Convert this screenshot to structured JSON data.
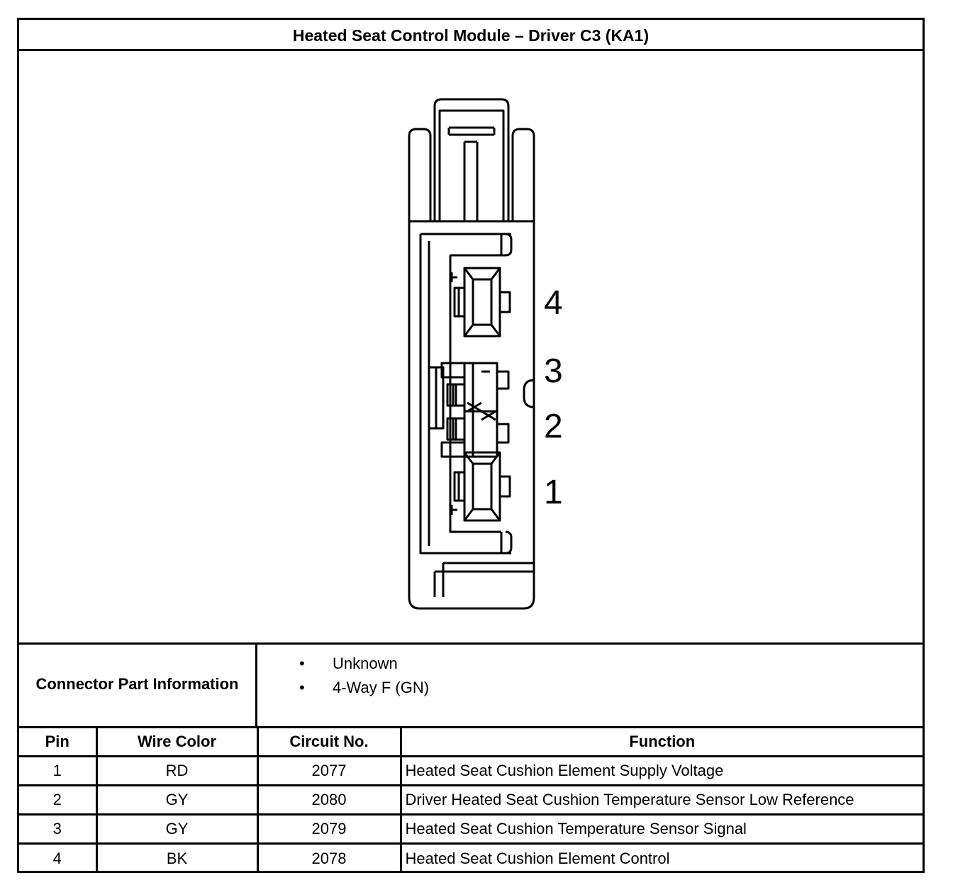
{
  "title": "Heated Seat Control Module – Driver C3 (KA1)",
  "connector_drawing": {
    "pin_labels": [
      "4",
      "3",
      "2",
      "1"
    ]
  },
  "part_info": {
    "label": "Connector Part Information",
    "items": [
      "Unknown",
      "4-Way F (GN)"
    ]
  },
  "pin_table": {
    "headers": [
      "Pin",
      "Wire Color",
      "Circuit No.",
      "Function"
    ],
    "rows": [
      {
        "pin": "1",
        "wire_color": "RD",
        "circuit": "2077",
        "function": "Heated Seat Cushion Element Supply Voltage"
      },
      {
        "pin": "2",
        "wire_color": "GY",
        "circuit": "2080",
        "function": "Driver Heated Seat Cushion Temperature Sensor Low Reference"
      },
      {
        "pin": "3",
        "wire_color": "GY",
        "circuit": "2079",
        "function": "Heated Seat Cushion Temperature Sensor Signal"
      },
      {
        "pin": "4",
        "wire_color": "BK",
        "circuit": "2078",
        "function": "Heated Seat Cushion Element Control"
      }
    ]
  }
}
